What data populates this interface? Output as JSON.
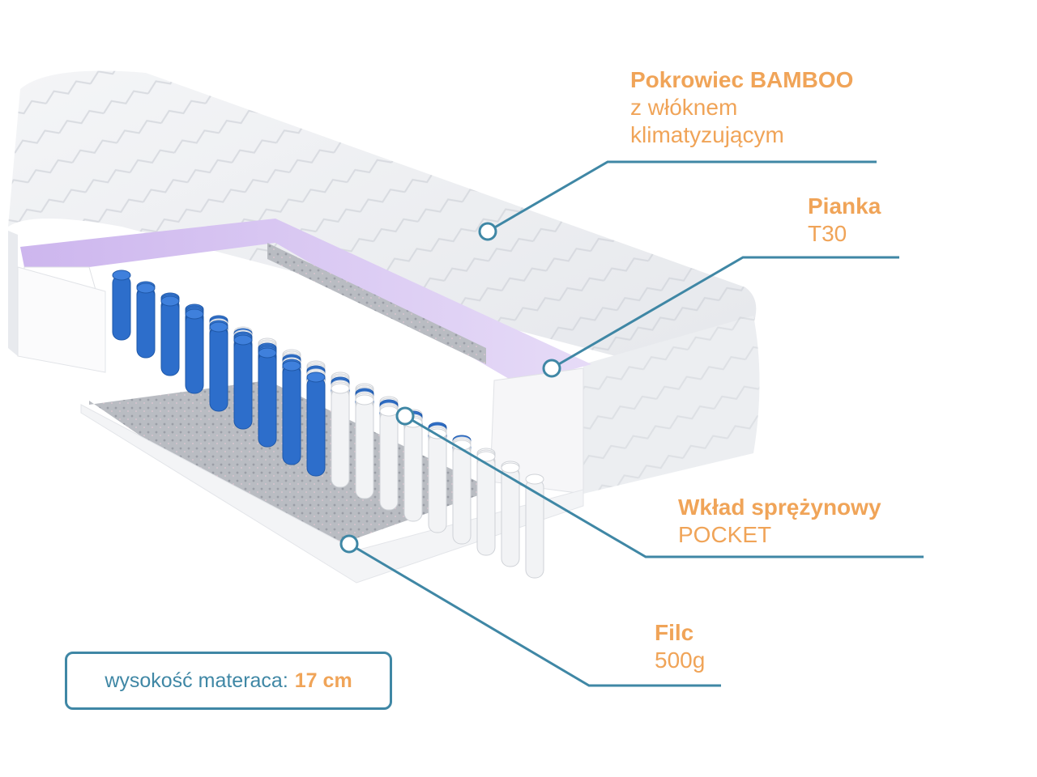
{
  "layers": [
    {
      "title": "Pokrowiec BAMBOO",
      "lines": [
        "z włóknem",
        "klimatyzującym"
      ]
    },
    {
      "title": "Pianka",
      "lines": [
        "T30"
      ]
    },
    {
      "title": "Wkład sprężynowy",
      "lines": [
        "POCKET"
      ]
    },
    {
      "title": "Filc",
      "lines": [
        "500g"
      ]
    }
  ],
  "height": {
    "label": "wysokość materaca:",
    "value": "17 cm"
  },
  "colors": {
    "accent_orange": "#f0a458",
    "leader_blue": "#3f87a5",
    "foam_lavender": "#d8c4f2",
    "spring_blue": "#2d6ecb"
  }
}
